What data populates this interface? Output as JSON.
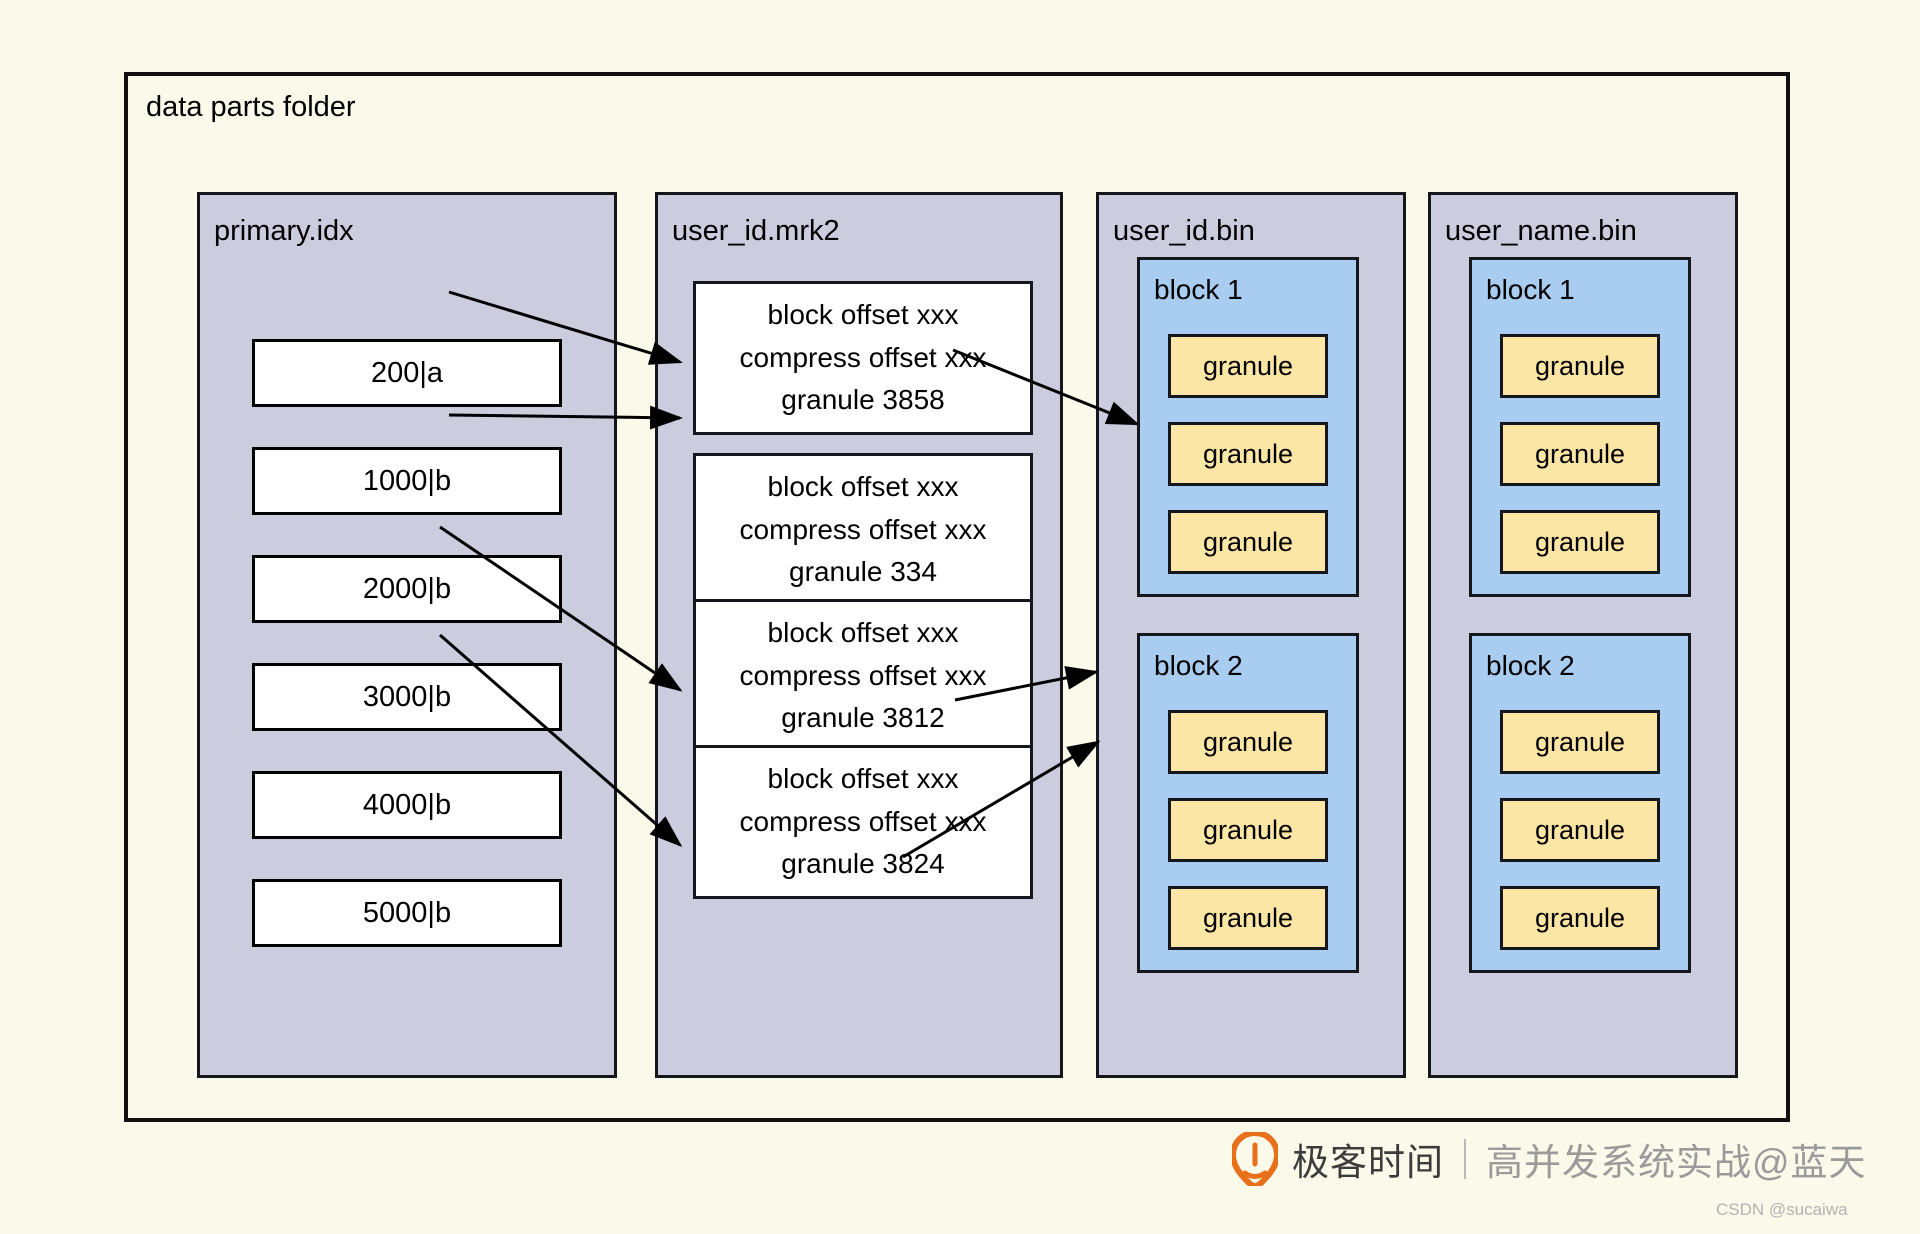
{
  "diagram": {
    "title": "data parts folder",
    "background_color": "#fbf9ea",
    "columns": [
      {
        "id": "primary-idx",
        "title": "primary.idx",
        "fill": "#ccccdf",
        "entries": [
          {
            "label": "200|a"
          },
          {
            "label": "1000|b"
          },
          {
            "label": "2000|b"
          },
          {
            "label": "3000|b"
          },
          {
            "label": "4000|b"
          },
          {
            "label": "5000|b"
          }
        ]
      },
      {
        "id": "user-id-mrk2",
        "title": "user_id.mrk2",
        "fill": "#ccccdf",
        "marks": [
          {
            "line1": "block offset xxx",
            "line2": "compress offset xxx",
            "line3": "granule 3858"
          },
          {
            "line1": "block offset xxx",
            "line2": "compress offset xxx",
            "line3": "granule 334"
          },
          {
            "line1": "block offset xxx",
            "line2": "compress offset xxx",
            "line3": "granule 3812"
          },
          {
            "line1": "block offset xxx",
            "line2": "compress offset xxx",
            "line3": "granule 3824"
          }
        ]
      },
      {
        "id": "user-id-bin",
        "title": "user_id.bin",
        "fill": "#ccccdf",
        "block_fill": "#a8cdf0",
        "granule_fill": "#fce6a6",
        "blocks": [
          {
            "title": "block 1",
            "granules": [
              "granule",
              "granule",
              "granule"
            ]
          },
          {
            "title": "block 2",
            "granules": [
              "granule",
              "granule",
              "granule"
            ]
          }
        ]
      },
      {
        "id": "user-name-bin",
        "title": "user_name.bin",
        "fill": "#ccccdf",
        "block_fill": "#a8cdf0",
        "granule_fill": "#fce6a6",
        "blocks": [
          {
            "title": "block 1",
            "granules": [
              "granule",
              "granule",
              "granule"
            ]
          },
          {
            "title": "block 2",
            "granules": [
              "granule",
              "granule",
              "granule"
            ]
          }
        ]
      }
    ]
  },
  "watermark": {
    "brand": "极客时间",
    "text": "高并发系统实战@蓝天",
    "credit": "CSDN @sucaiwa",
    "logo_color": "#e8701a"
  }
}
